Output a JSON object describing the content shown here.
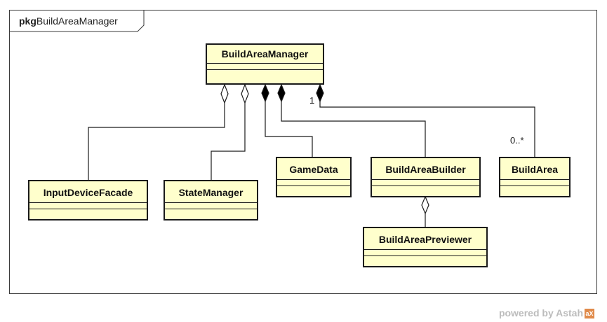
{
  "package": {
    "keyword": "pkg",
    "name": "BuildAreaManager"
  },
  "classes": {
    "build_area_manager": "BuildAreaManager",
    "input_device_facade": "InputDeviceFacade",
    "state_manager": "StateManager",
    "game_data": "GameData",
    "build_area_builder": "BuildAreaBuilder",
    "build_area": "BuildArea",
    "build_area_previewer": "BuildAreaPreviewer"
  },
  "multiplicity": {
    "source": "1",
    "target": "0..*"
  },
  "watermark": {
    "text": "powered by Astah",
    "badge": "aX"
  },
  "colors": {
    "class_fill": "#ffffcc",
    "line": "#1a1a1a"
  }
}
